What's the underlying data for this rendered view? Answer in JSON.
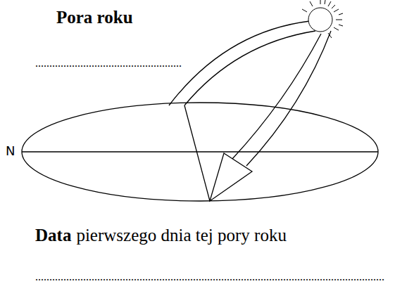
{
  "diagram": {
    "labels": [
      "Pora roku",
      "....................................................",
      "N",
      "Data",
      "pierwszego dnia tej pory roku",
      "............................................................................................................................"
    ]
  }
}
